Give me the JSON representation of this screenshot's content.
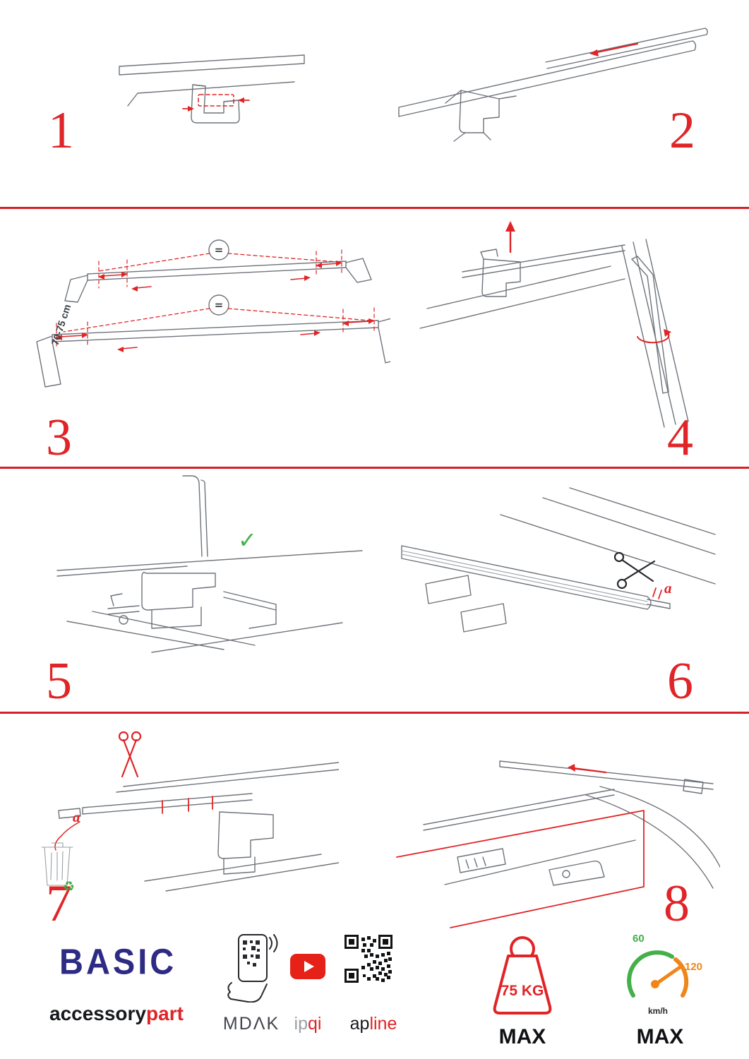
{
  "steps": [
    {
      "number": "1"
    },
    {
      "number": "2"
    },
    {
      "number": "3",
      "dimension_label": "70-75 cm",
      "equals_symbol": "="
    },
    {
      "number": "4"
    },
    {
      "number": "5"
    },
    {
      "number": "6",
      "part_label": "a"
    },
    {
      "number": "7",
      "part_label": "a"
    },
    {
      "number": "8"
    }
  ],
  "icons": {
    "check": "✓",
    "scissors": "✂",
    "recycle": "♻"
  },
  "colors": {
    "accent_red": "#e02427",
    "brand_blue": "#2e2b85",
    "line_gray": "#6e737a",
    "green": "#43b049",
    "orange": "#f0861a"
  },
  "footer": {
    "brand_name": "BASIC",
    "brand_line_black": "accessory",
    "brand_line_red": "part",
    "partner_mdak": "MDΛK",
    "partner_ipqi_gray": "ip",
    "partner_ipqi_red": "qi",
    "partner_apline_black": "ap",
    "partner_apline_red": "line",
    "weight_limit": "75 KG",
    "weight_max_label": "MAX",
    "speed_tick_low": "60",
    "speed_tick_high": "120",
    "speed_unit": "km/h",
    "speed_max_label": "MAX"
  }
}
